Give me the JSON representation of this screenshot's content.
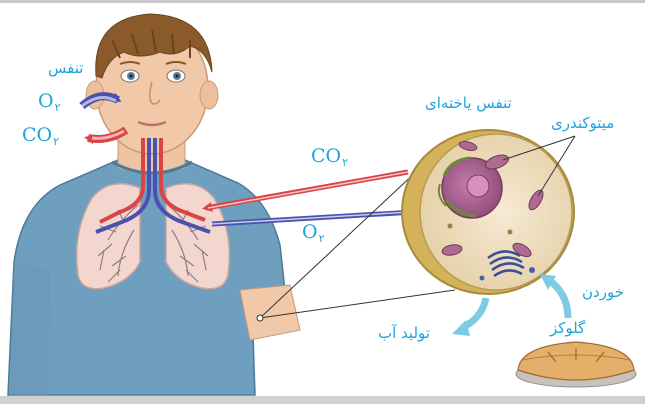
{
  "labels": {
    "breathing": "تنفس",
    "cellular_respiration": "تنفس یاخته‌ای",
    "mitochondria": "میتوکندری",
    "eating": "خوردن",
    "glucose": "گلوکز",
    "water_production": "تولید آب",
    "o2_main": "O",
    "o2_sub": "۲",
    "co2_main": "CO",
    "co2_sub": "۲"
  },
  "colors": {
    "label": "#1fa3d9",
    "oxygen_arrow": "#4a52b0",
    "co2_arrow": "#d94444",
    "water_arrow": "#7ecbe6",
    "skin": "#f1c9a8",
    "hair": "#8b5a2b",
    "shirt": "#6f9fbf",
    "cell_membrane": "#d8b860",
    "cytoplasm": "#f2e3c8",
    "nucleus": "#b56a9a"
  },
  "icons": [
    "child-figure",
    "lungs",
    "cell-cross-section",
    "mitochondrion",
    "nucleus",
    "golgi-apparatus",
    "pie"
  ]
}
